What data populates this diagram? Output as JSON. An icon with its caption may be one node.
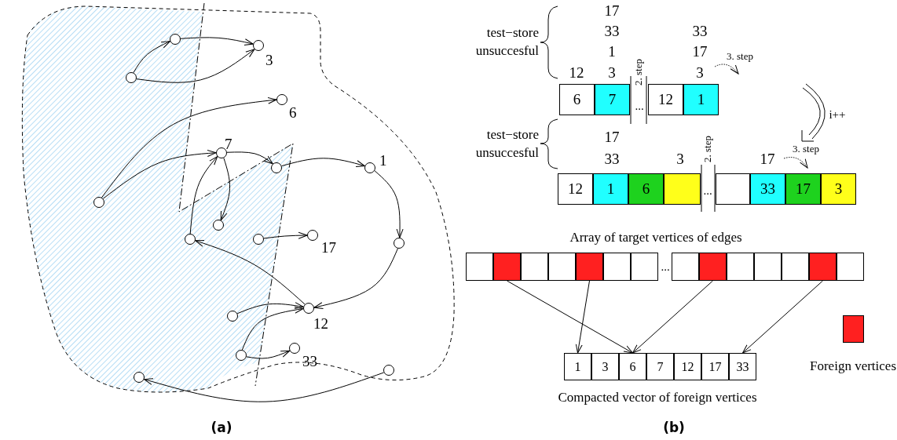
{
  "diagram": {
    "nodes": [
      {
        "text": [],
        "shape": "circle"
      },
      {
        "text": [],
        "shape": "circle",
        "beside": [
          "3"
        ]
      },
      {
        "text": [],
        "shape": "circle"
      },
      {
        "text": [],
        "shape": "circle",
        "beside": [
          "6"
        ]
      },
      {
        "text": [],
        "shape": "circle",
        "beside": [
          "7"
        ]
      },
      {
        "text": [],
        "shape": "circle"
      },
      {
        "text": [],
        "shape": "circle",
        "beside": [
          "1"
        ]
      },
      {
        "text": [],
        "shape": "circle"
      },
      {
        "text": [],
        "shape": "circle"
      },
      {
        "text": [],
        "shape": "circle"
      },
      {
        "text": [],
        "shape": "circle"
      },
      {
        "text": [],
        "shape": "circle",
        "beside": [
          "17"
        ]
      },
      {
        "text": [],
        "shape": "circle"
      },
      {
        "text": [],
        "shape": "circle"
      },
      {
        "text": [],
        "shape": "circle",
        "beside": [
          "12"
        ]
      },
      {
        "text": [],
        "shape": "circle"
      },
      {
        "text": [],
        "shape": "circle",
        "beside": [
          "33"
        ]
      },
      {
        "text": [],
        "shape": "circle"
      },
      {
        "text": [],
        "shape": "circle"
      },
      {
        "text": [
          "6"
        ]
      },
      {
        "text": [
          "7"
        ]
      },
      {
        "text": [
          "12"
        ]
      },
      {
        "text": [
          "1"
        ]
      },
      {
        "text": [
          "12"
        ]
      },
      {
        "text": [
          "1"
        ]
      },
      {
        "text": [
          "6"
        ]
      },
      {
        "text": [],
        "shape": "box"
      },
      {
        "text": [],
        "shape": "box"
      },
      {
        "text": [
          "33"
        ]
      },
      {
        "text": [
          "17"
        ]
      },
      {
        "text": [
          "3"
        ]
      },
      {
        "text": [],
        "shape": "box"
      },
      {
        "text": [],
        "shape": "box"
      },
      {
        "text": [],
        "shape": "box"
      },
      {
        "text": [],
        "shape": "box"
      },
      {
        "text": [],
        "shape": "box"
      },
      {
        "text": [],
        "shape": "box"
      },
      {
        "text": [],
        "shape": "box"
      },
      {
        "text": [],
        "shape": "box"
      },
      {
        "text": [],
        "shape": "box"
      },
      {
        "text": [],
        "shape": "box"
      },
      {
        "text": [],
        "shape": "box"
      },
      {
        "text": [],
        "shape": "box"
      },
      {
        "text": [],
        "shape": "box"
      },
      {
        "text": [],
        "shape": "box"
      },
      {
        "text": [
          "1"
        ]
      },
      {
        "text": [
          "3"
        ]
      },
      {
        "text": [
          "6"
        ]
      },
      {
        "text": [
          "7"
        ]
      },
      {
        "text": [
          "12"
        ]
      },
      {
        "text": [
          "17"
        ]
      },
      {
        "text": [
          "33"
        ]
      }
    ],
    "edges": [
      {
        "from": 2,
        "to": 0,
        "arrow": "to"
      },
      {
        "from": 0,
        "to": 1,
        "arrow": "to"
      },
      {
        "from": 2,
        "to": 1,
        "arrow": "to"
      },
      {
        "from": 7,
        "to": 3,
        "arrow": "to"
      },
      {
        "from": 7,
        "to": 4,
        "arrow": "to"
      },
      {
        "from": 4,
        "to": 5,
        "arrow": "to"
      },
      {
        "from": 5,
        "to": 6,
        "arrow": "to"
      },
      {
        "from": 6,
        "to": 12,
        "arrow": "to"
      },
      {
        "from": 12,
        "to": 14,
        "arrow": "to"
      },
      {
        "from": 14,
        "to": 9,
        "arrow": "to"
      },
      {
        "from": 9,
        "to": 4,
        "arrow": "to"
      },
      {
        "from": 4,
        "to": 8,
        "arrow": "to"
      },
      {
        "from": 10,
        "to": 11,
        "arrow": "to"
      },
      {
        "from": 13,
        "to": 14,
        "arrow": "to"
      },
      {
        "from": 15,
        "to": 14,
        "arrow": "to"
      },
      {
        "from": 15,
        "to": 16,
        "arrow": "to"
      },
      {
        "from": 18,
        "to": 17,
        "arrow": "to"
      },
      {
        "from": 32,
        "to": 47,
        "arrow": "to"
      },
      {
        "from": 35,
        "to": 45,
        "arrow": "to"
      },
      {
        "from": 39,
        "to": 47,
        "arrow": "to"
      },
      {
        "from": 43,
        "to": 51,
        "arrow": "to"
      }
    ],
    "labels": [
      "test−store unsuccesful",
      "17",
      "33",
      "33",
      "1",
      "17",
      "12",
      "3",
      "3",
      "3. step",
      "2. step",
      "...",
      "i++",
      "test−store unsuccesful",
      "17",
      "3. step",
      "33",
      "3",
      "17",
      "2. step",
      "...",
      "Array of target vertices of edges",
      "...",
      "Compacted vector of foreign vertices",
      "(a)",
      "(b)"
    ],
    "legend": [
      {
        "text": "Foreign vertices",
        "color": "#ff2020"
      }
    ]
  }
}
